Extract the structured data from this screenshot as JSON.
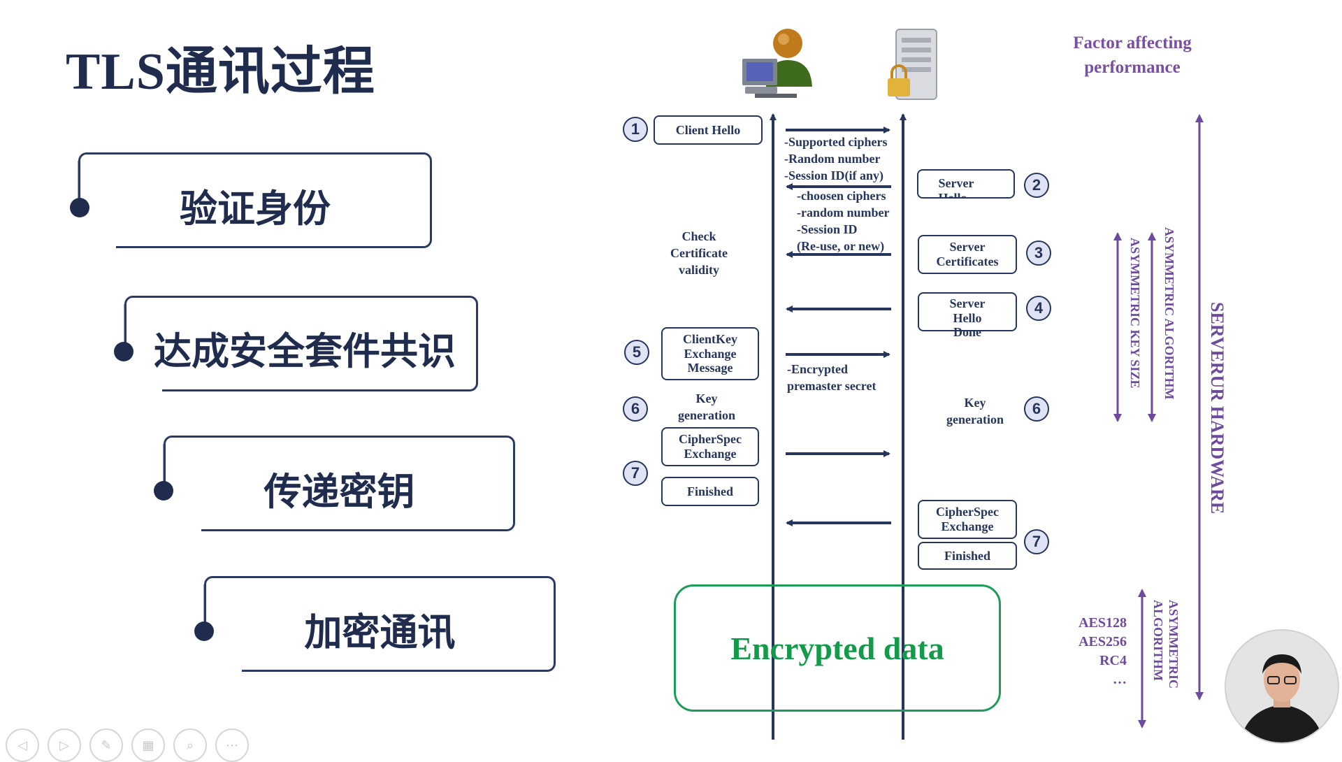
{
  "slide": {
    "title": "TLS通讯过程",
    "steps": [
      "验证身份",
      "达成安全套件共识",
      "传递密钥",
      "加密通讯"
    ]
  },
  "diagram": {
    "client_messages": {
      "client_hello": "Client Hello",
      "client_key_exchange": [
        "ClientKey",
        "Exchange",
        "Message"
      ],
      "key_generation": [
        "Key",
        "generation"
      ],
      "cipherspec_exchange": [
        "CipherSpec",
        "Exchange"
      ],
      "finished": "Finished",
      "check_certificate": [
        "Check",
        "Certificate",
        "validity"
      ]
    },
    "server_messages": {
      "server_hello": [
        "Server",
        "Hello"
      ],
      "server_certificates": [
        "Server",
        "Certificates"
      ],
      "server_hello_done": [
        "Server",
        "Hello",
        "Done"
      ],
      "key_generation": [
        "Key",
        "generation"
      ],
      "cipherspec_exchange": [
        "CipherSpec",
        "Exchange"
      ],
      "finished": "Finished"
    },
    "step_numbers": {
      "n1": "1",
      "n2": "2",
      "n3": "3",
      "n4": "4",
      "n5": "5",
      "n6_client": "6",
      "n6_server": "6",
      "n7_client": "7",
      "n7_server": "7"
    },
    "notes": {
      "client_hello_params": [
        "-Supported ciphers",
        "-Random number",
        "-Session ID(if any)"
      ],
      "server_hello_params": [
        "-choosen ciphers",
        "-random number",
        "-Session ID",
        "(Re-use, or new)"
      ],
      "encrypted_premaster": [
        "-Encrypted",
        "premaster secret"
      ]
    },
    "encrypted_data": "Encrypted data"
  },
  "factors": {
    "title": [
      "Factor affecting",
      "performance"
    ],
    "asymmetric_key_size": "ASYMMETRIC KEY SIZE",
    "asymmetric_algorithm_1": "ASYMMETRIC ALGORITHM",
    "server_hardware": "SERVERUR  HARDWARE",
    "symmetric_algorithm": [
      "ASYMMETRIC",
      "ALGORITHM"
    ],
    "algorithms": [
      "AES128",
      "AES256",
      "RC4",
      "…"
    ]
  },
  "colors": {
    "navy": "#26355c",
    "purple": "#6e4a9e",
    "green": "#139a4a"
  },
  "icons": {
    "client": "user-computer-icon",
    "server": "server-lock-icon"
  },
  "toolbar": [
    "prev-icon",
    "next-icon",
    "pen-icon",
    "slides-icon",
    "zoom-icon",
    "more-icon"
  ]
}
